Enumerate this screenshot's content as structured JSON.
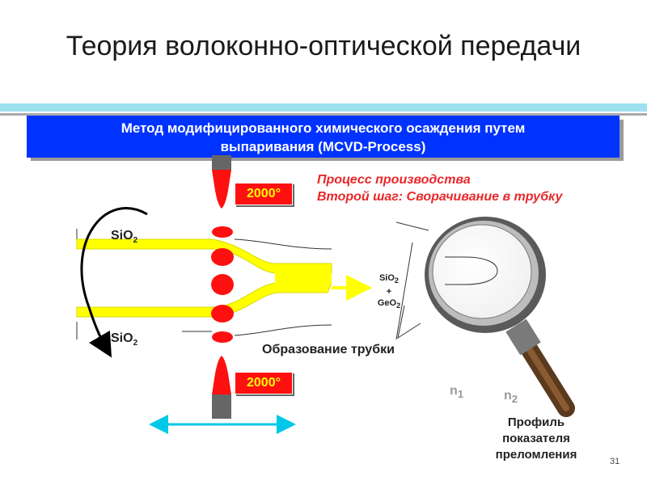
{
  "slide": {
    "title": "Теория волоконно-оптической передачи",
    "banner_line1": "Метод модифицированного химического осаждения путем",
    "banner_line2": "выпаривания (MCVD-Process)",
    "process_line1": "Процесс производства",
    "process_line2": "Второй шаг: Сворачивание в трубку",
    "temp_top": "2000°",
    "temp_bottom": "2000°",
    "sio2_top": "SiO",
    "sio2_top_sub": "2",
    "sio2_bottom": "SiO",
    "sio2_bottom_sub": "2",
    "mix_a": "SiO",
    "mix_a_sub": "2",
    "mix_plus": "+",
    "mix_b": "GeO",
    "mix_b_sub": "2",
    "tube_label": "Образование трубки",
    "n1": "n",
    "n1_sub": "1",
    "n2": "n",
    "n2_sub": "2",
    "profile_line1": "Профиль",
    "profile_line2": "показателя",
    "profile_line3": "преломления",
    "page_number": "31"
  },
  "colors": {
    "banner": "#0033ff",
    "tube": "#ffff00",
    "flame": "#ff1010",
    "process_text": "#e8282a",
    "arrow_cyan": "#00c8e8"
  }
}
